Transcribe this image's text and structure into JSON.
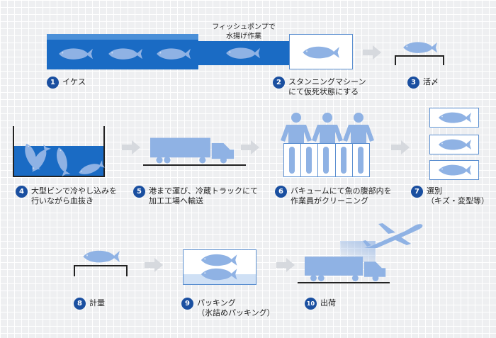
{
  "pump_caption": {
    "line1": "フィッシュポンプで",
    "line2": "水揚げ作業"
  },
  "steps": [
    {
      "num": "1",
      "lines": [
        "イケス"
      ]
    },
    {
      "num": "2",
      "lines": [
        "スタンニングマシーン",
        "にて仮死状態にする"
      ]
    },
    {
      "num": "3",
      "lines": [
        "活〆"
      ]
    },
    {
      "num": "4",
      "lines": [
        "大型ビンで冷やし込みを",
        "行いながら血抜き"
      ]
    },
    {
      "num": "5",
      "lines": [
        "港まで運び、冷蔵トラックにて",
        "加工工場へ輸送"
      ]
    },
    {
      "num": "6",
      "lines": [
        "バキュームにて魚の腹部内を",
        "作業員がクリーニング"
      ]
    },
    {
      "num": "7",
      "lines": [
        "選別",
        "（キズ・変型等）"
      ]
    },
    {
      "num": "8",
      "lines": [
        "計量"
      ]
    },
    {
      "num": "9",
      "lines": [
        "パッキング",
        "（氷詰めパッキング）"
      ]
    },
    {
      "num": "10",
      "lines": [
        "出荷"
      ]
    }
  ],
  "colors": {
    "dark_blue": "#1a6bc4",
    "mid_blue": "#4a8fd8",
    "light_blue": "#8fb2e4",
    "badge": "#1a4fa0",
    "arrow": "#d6d9de"
  }
}
